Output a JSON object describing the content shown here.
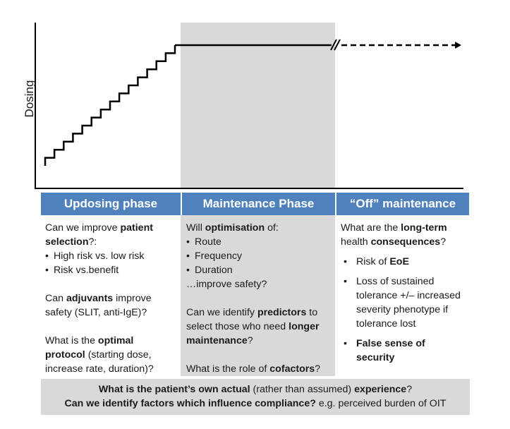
{
  "chart": {
    "y_axis_label": "Dosing",
    "updosing_steps": 14,
    "plateau": "maintenance dose held constant",
    "continuation": "dashed line with break mark (//) and arrow indicating off-maintenance period",
    "colors": {
      "line": "#000000",
      "maintenance_shading": "#d9d9d9"
    }
  },
  "headers": [
    {
      "label": "Updosing phase"
    },
    {
      "label": "Maintenance Phase"
    },
    {
      "label": "“Off” maintenance"
    }
  ],
  "colors": {
    "header_bg": "#4F81BD",
    "header_text": "#ffffff",
    "gray_box": "#d9d9d9"
  },
  "updosing": {
    "q1_pre": "Can we improve ",
    "q1_bold1": "patient selection",
    "q1_post": "?:",
    "q1_bullets": [
      "High risk vs. low risk",
      "Risk vs.benefit"
    ],
    "q2_pre": "Can ",
    "q2_bold": "adjuvants",
    "q2_post": " improve safety (SLIT, anti-IgE)?",
    "q3_pre": "What is the ",
    "q3_bold": "optimal protocol",
    "q3_post": " (starting dose, increase rate, duration)?"
  },
  "maintenance": {
    "q1_pre": "Will ",
    "q1_bold": "optimisation",
    "q1_post": " of:",
    "q1_bullets": [
      "Route",
      "Frequency",
      "Duration"
    ],
    "q1_tail": "…improve safety?",
    "q2_pre": "Can we identify ",
    "q2_bold1": "predictors",
    "q2_mid": " to select those who need ",
    "q2_bold2": "longer maintenance",
    "q2_post": "?",
    "q3_pre": "What is the role of ",
    "q3_bold": "cofactors",
    "q3_post": "?"
  },
  "off_maintenance": {
    "q1_pre": "What are the ",
    "q1_bold1": "long-term",
    "q1_mid": " health ",
    "q1_bold2": "consequences",
    "q1_post": "?",
    "b1_pre": "Risk of ",
    "b1_bold": "EoE",
    "b2": "Loss of sustained tolerance +/– increased severity phenotype if tolerance lost",
    "b3_bold": "False sense of security"
  },
  "bottom": {
    "l1_bold1": "What is the patient’s own actual",
    "l1_mid": " (rather than assumed) ",
    "l1_bold2": "experience",
    "l1_post": "?",
    "l2_bold": "Can we identify factors which influence compliance?",
    "l2_post": " e.g. perceived burden of OIT"
  }
}
